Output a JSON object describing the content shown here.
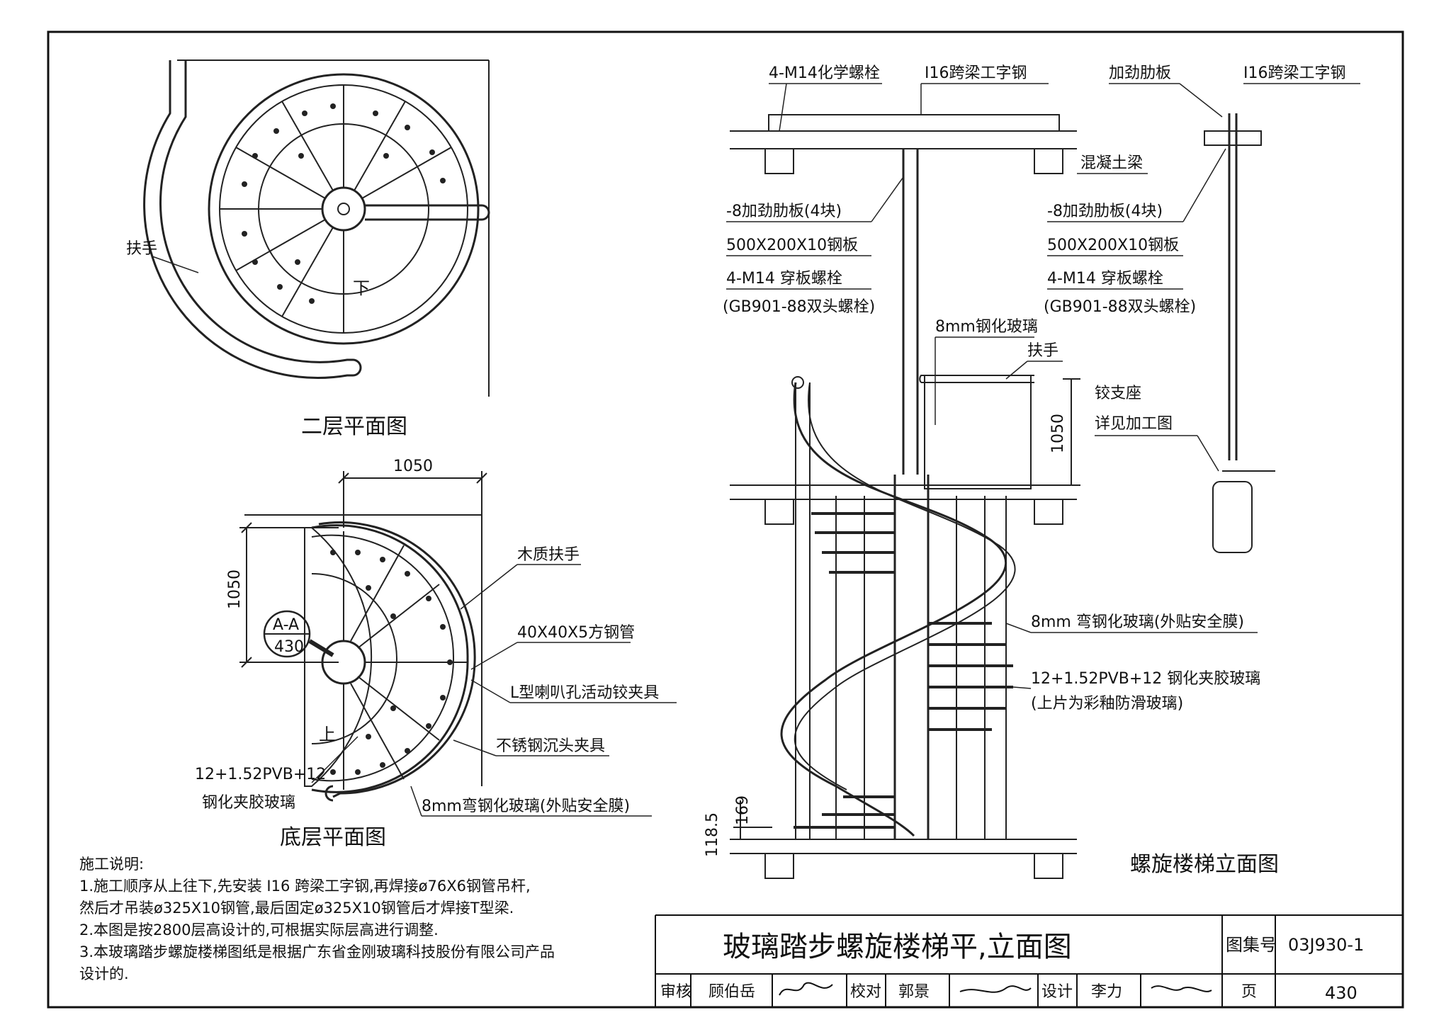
{
  "labels": {
    "handrail": "扶手",
    "down": "下",
    "up": "上",
    "second_floor_plan": "二层平面图",
    "ground_floor_plan": "底层平面图",
    "elevation": "螺旋楼梯立面图",
    "dim_1050": "1050",
    "section_top": "A-A",
    "section_bottom": "430",
    "wood_handrail": "木质扶手",
    "square_tube": "40X40X5方钢管",
    "l_clamp": "L型喇叭孔活动铰夹具",
    "ss_clamp": "不锈钢沉头夹具",
    "laminated_1": "12+1.52PVB+12",
    "laminated_2": "钢化夹胶玻璃",
    "curved_glass": "8mm弯钢化玻璃(外贴安全膜)",
    "chem_bolt": "4-M14化学螺栓",
    "i16_beam": "I16跨梁工字钢",
    "stiffener": "加劲肋板",
    "concrete_beam": "混凝土梁",
    "stiffener_8": "-8加劲肋板(4块)",
    "steel_plate": "500X200X10钢板",
    "through_bolt": "4-M14 穿板螺栓",
    "gb_bolt": "(GB901-88双头螺栓)",
    "tempered_8": "8mm钢化玻璃",
    "hinge_1": "铰支座",
    "hinge_2": "详见加工图",
    "curved_glass_2": "8mm 弯钢化玻璃(外贴安全膜)",
    "laminated_3": "12+1.52PVB+12 钢化夹胶玻璃",
    "top_glass": "(上片为彩釉防滑玻璃)",
    "dim_1185": "118.5",
    "dim_169": "169"
  },
  "notes": {
    "title": "施工说明:",
    "n1a": "1.施工顺序从上往下,先安装 I16 跨梁工字钢,再焊接ø76X6钢管吊杆,",
    "n1b": "  然后才吊装ø325X10钢管,最后固定ø325X10钢管后才焊接T型梁.",
    "n2": "2.本图是按2800层高设计的,可根据实际层高进行调整.",
    "n3a": "3.本玻璃踏步螺旋楼梯图纸是根据广东省金刚玻璃科技股份有限公司产品",
    "n3b": "  设计的."
  },
  "title_block": {
    "title": "玻璃踏步螺旋楼梯平,立面图",
    "atlas_label": "图集号",
    "atlas_no": "03J930-1",
    "review": "审核",
    "reviewer": "顾伯岳",
    "check": "校对",
    "checker": "郭景",
    "design": "设计",
    "designer": "李力",
    "page_label": "页",
    "page_no": "430"
  }
}
